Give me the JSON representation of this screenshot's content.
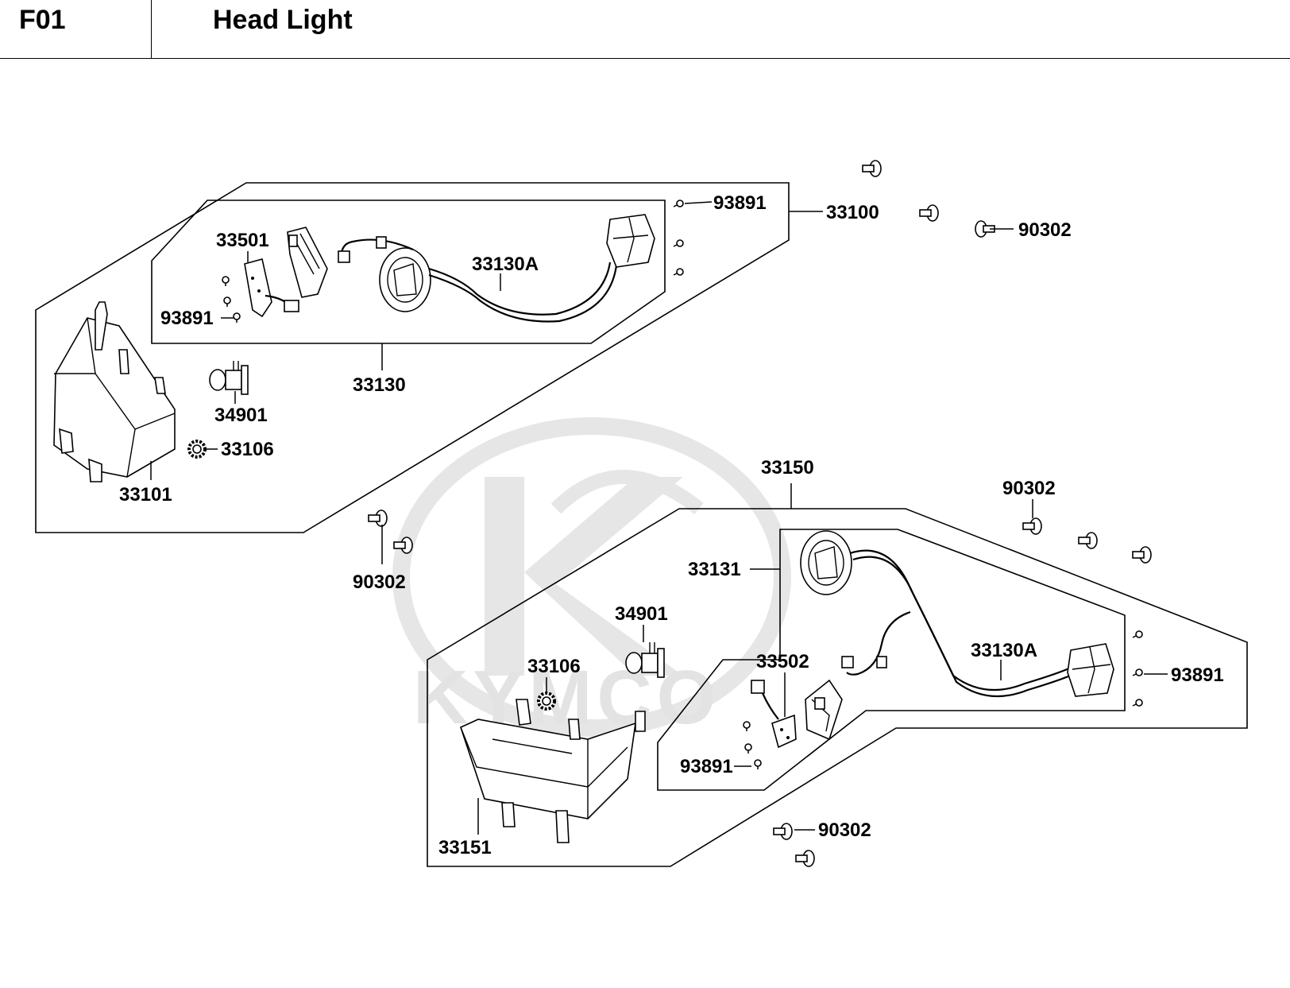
{
  "header": {
    "code": "F01",
    "title": "Head Light"
  },
  "watermark": {
    "text": "KYMCO",
    "color": "#e3e3e3"
  },
  "labels": {
    "upper": {
      "p33100": "33100",
      "p93891a": "93891",
      "p90302a": "90302",
      "p33501": "33501",
      "p33130A": "33130A",
      "p93891b": "93891",
      "p33130": "33130",
      "p34901": "34901",
      "p33106": "33106",
      "p33101": "33101",
      "p90302b": "90302"
    },
    "lower": {
      "p33150": "33150",
      "p90302c": "90302",
      "p33131": "33131",
      "p34901": "34901",
      "p33106": "33106",
      "p33502": "33502",
      "p33130A": "33130A",
      "p93891c": "93891",
      "p93891d": "93891",
      "p33151": "33151",
      "p90302d": "90302"
    }
  }
}
